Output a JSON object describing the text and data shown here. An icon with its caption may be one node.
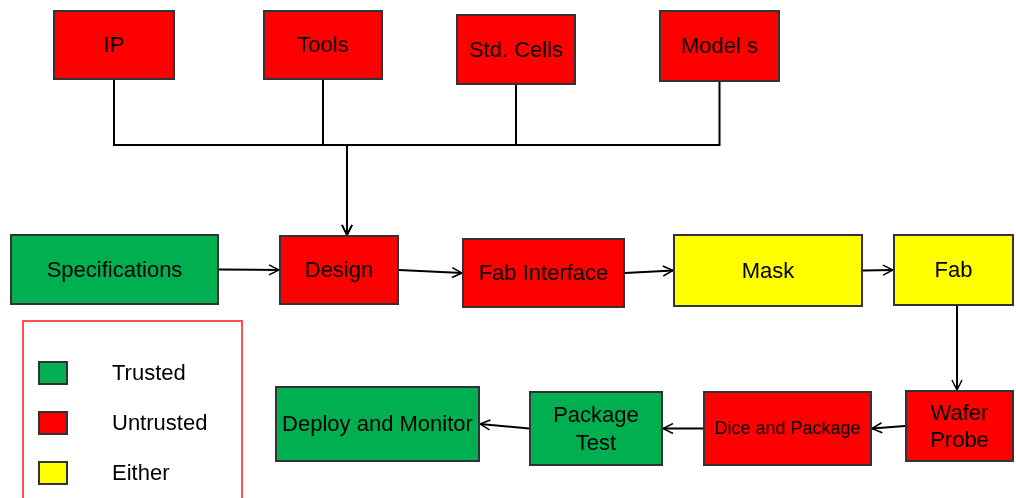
{
  "diagram": {
    "nodes": [
      {
        "text": [
          "IP"
        ]
      },
      {
        "text": [
          "Tools"
        ]
      },
      {
        "text": [
          "Std. Cells"
        ]
      },
      {
        "text": [
          "Model s"
        ]
      },
      {
        "text": [
          "Specifications"
        ]
      },
      {
        "text": [
          "Design"
        ]
      },
      {
        "text": [
          "Fab Interface"
        ]
      },
      {
        "text": [
          "Mask"
        ]
      },
      {
        "text": [
          "Fab"
        ]
      },
      {
        "text": [
          "Wafer Probe"
        ]
      },
      {
        "text": [
          "Dice and Package"
        ]
      },
      {
        "text": [
          "Package Test"
        ]
      },
      {
        "text": [
          "Deploy and Monitor"
        ]
      }
    ],
    "edges": [
      {
        "from": 0,
        "to": 5,
        "arrow": "to"
      },
      {
        "from": 1,
        "to": 5,
        "arrow": "to"
      },
      {
        "from": 2,
        "to": 5,
        "arrow": "to"
      },
      {
        "from": 3,
        "to": 5,
        "arrow": "to"
      },
      {
        "from": 4,
        "to": 5,
        "arrow": "to"
      },
      {
        "from": 5,
        "to": 6,
        "arrow": "to"
      },
      {
        "from": 6,
        "to": 7,
        "arrow": "to"
      },
      {
        "from": 7,
        "to": 8,
        "arrow": "to"
      },
      {
        "from": 8,
        "to": 9,
        "arrow": "to"
      },
      {
        "from": 9,
        "to": 10,
        "arrow": "to"
      },
      {
        "from": 10,
        "to": 11,
        "arrow": "to"
      },
      {
        "from": 11,
        "to": 12,
        "arrow": "to"
      }
    ],
    "legend": [
      {
        "text": "Trusted",
        "color": "#00b050"
      },
      {
        "text": "Untrusted",
        "color": "#ff0000"
      },
      {
        "text": "Either",
        "color": "#ffff00"
      }
    ]
  }
}
